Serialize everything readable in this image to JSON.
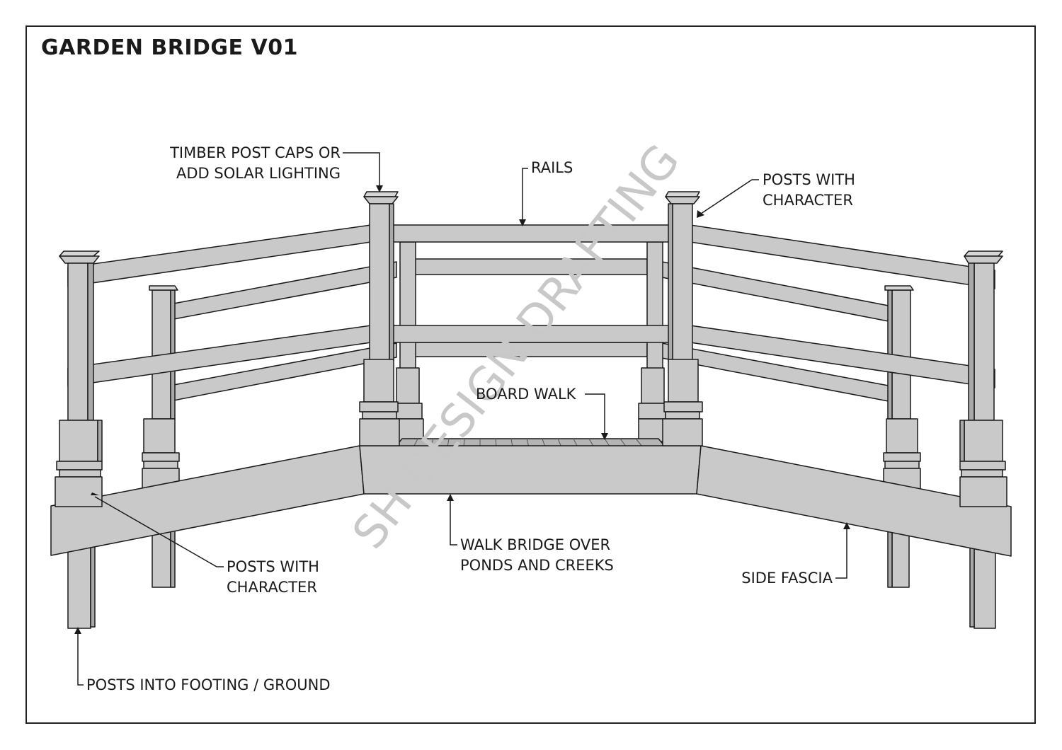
{
  "title": "GARDEN BRIDGE V01",
  "watermark": "SH DESIGN DRAFTING",
  "colors": {
    "timber_face": "#c9c9c9",
    "timber_light": "#d6d6d6",
    "timber_dark": "#a9a9a9",
    "outline": "#1a1a1a",
    "watermark": "#c8c8c8"
  },
  "labels": {
    "post_caps": [
      "TIMBER POST CAPS OR",
      "ADD SOLAR LIGHTING"
    ],
    "rails": "RAILS",
    "posts_character_top": [
      "POSTS WITH",
      "CHARACTER"
    ],
    "board_walk": "BOARD WALK",
    "posts_character_bottom": [
      "POSTS WITH",
      "CHARACTER"
    ],
    "walk_bridge": [
      "WALK BRIDGE OVER",
      "PONDS AND CREEKS"
    ],
    "side_fascia": "SIDE FASCIA",
    "posts_footing": "POSTS INTO FOOTING / GROUND"
  }
}
